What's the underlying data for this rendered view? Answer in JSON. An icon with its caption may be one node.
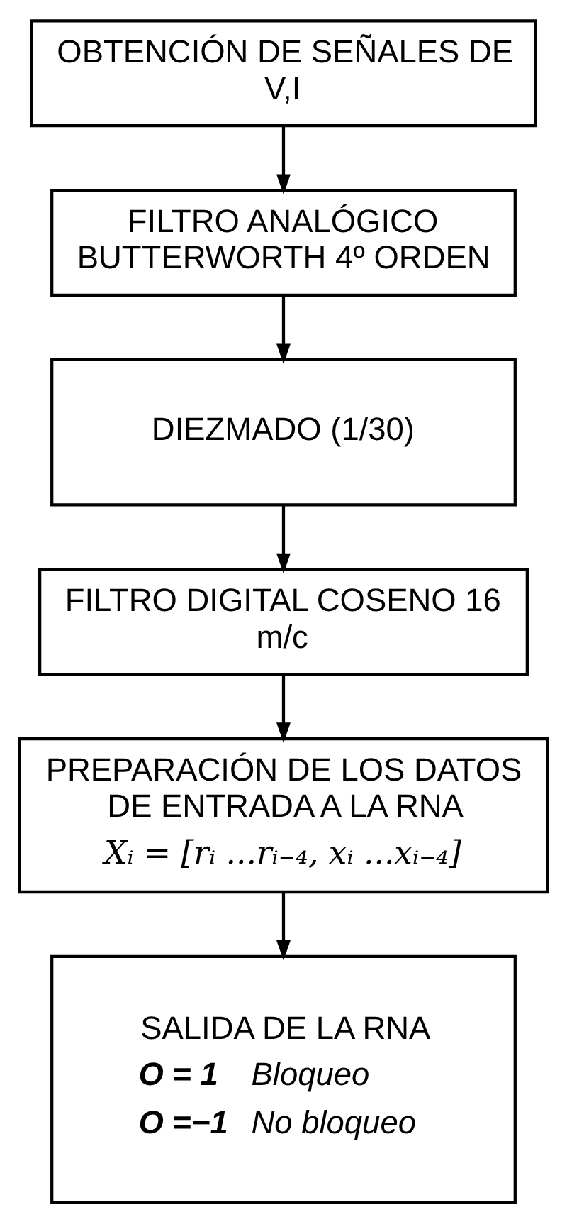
{
  "diagram": {
    "nodes": [
      {
        "text": [
          "OBTENCIÓN DE SEÑALES DE V,I"
        ]
      },
      {
        "text": [
          "FILTRO ANALÓGICO BUTTERWORTH 4º ORDEN"
        ]
      },
      {
        "text": [
          "DIEZMADO (1/30)"
        ]
      },
      {
        "text": [
          "FILTRO DIGITAL COSENO 16 m/c"
        ]
      },
      {
        "text": [
          "PREPARACIÓN DE LOS DATOS DE ENTRADA A LA RNA",
          "Xᵢ = [rᵢ ...rᵢ₋₄, xᵢ ...xᵢ₋₄]"
        ]
      },
      {
        "text": [
          "SALIDA DE LA RNA",
          "O = 1",
          "Bloqueo",
          "O =−1",
          "No bloqueo"
        ]
      }
    ],
    "edges": [
      {
        "from": 0,
        "to": 1,
        "arrow": "to"
      },
      {
        "from": 1,
        "to": 2,
        "arrow": "to"
      },
      {
        "from": 2,
        "to": 3,
        "arrow": "to"
      },
      {
        "from": 3,
        "to": 4,
        "arrow": "to"
      },
      {
        "from": 4,
        "to": 5,
        "arrow": "to"
      }
    ]
  }
}
